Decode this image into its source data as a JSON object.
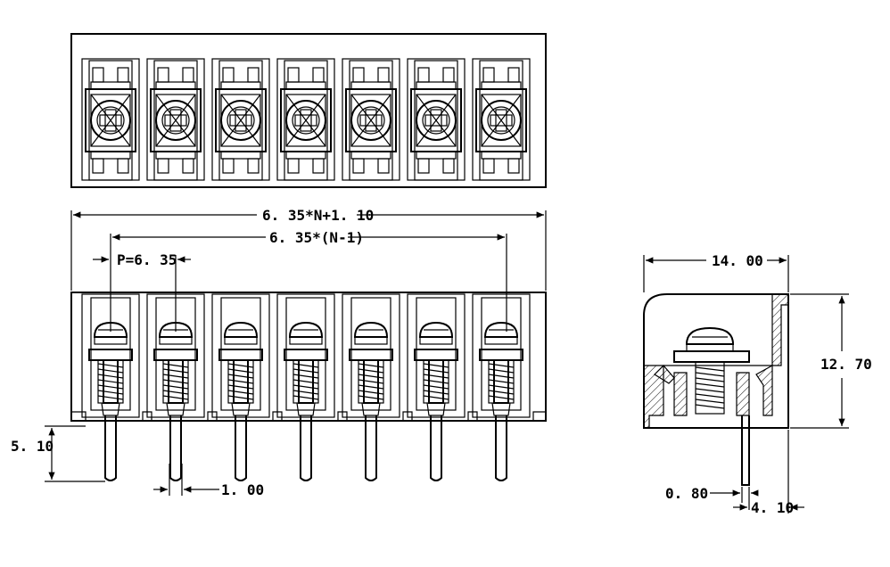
{
  "diagram": {
    "positions": 7,
    "labels": {
      "overall_width": "6. 35*N+1. 10",
      "pin_span": "6. 35*(N-1)",
      "pitch": "P=6. 35",
      "pin_length": "5. 10",
      "pin_spacing": "1. 00",
      "side_width": "14. 00",
      "side_height": "12. 70",
      "pin_width": "0. 80",
      "pin_offset": "4. 10"
    }
  }
}
